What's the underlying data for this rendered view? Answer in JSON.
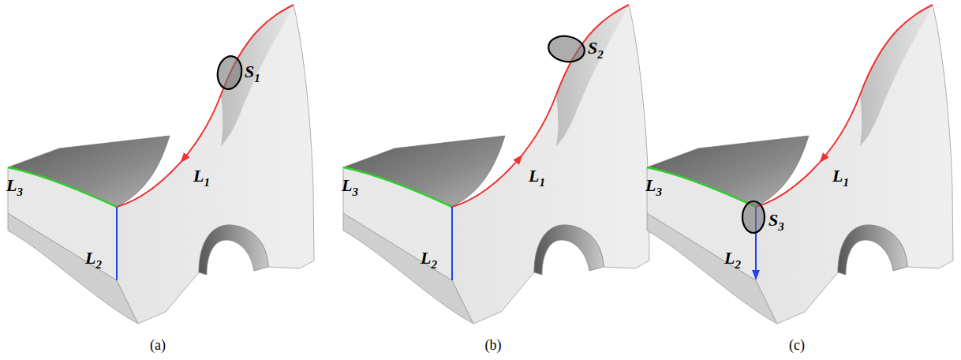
{
  "diagram": {
    "labels": [
      "L1",
      "L2",
      "L3",
      "S1",
      "(a)",
      "L1",
      "L2",
      "L3",
      "S2",
      "(b)",
      "L1",
      "L2",
      "L3",
      "S3",
      "(c)"
    ]
  }
}
